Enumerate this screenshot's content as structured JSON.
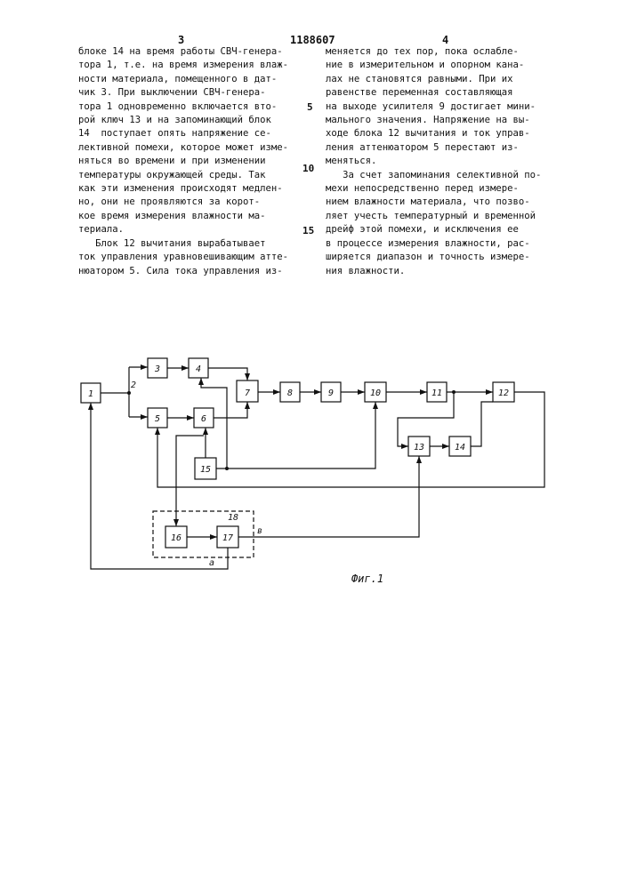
{
  "header": {
    "page_left": "3",
    "patent_number": "1188607",
    "page_right": "4"
  },
  "left_column": [
    "блоке 14 на время работы СВЧ-генера-",
    "тора 1, т.е. на время измерения влаж-",
    "ности материала, помещенного в дат-",
    "чик 3. При выключении СВЧ-генера-",
    "тора 1 одновременно включается вто-",
    "рой ключ 13 и на запоминающий блок",
    "14  поступает опять напряжение се-",
    "лективной помехи, которое может изме-",
    "няться во времени и при изменении",
    "температуры окружающей среды. Так",
    "как эти изменения происходят медлен-",
    "но, они не проявляются за корот-",
    "кое время измерения влажности ма-",
    "териала.",
    "   Блок 12 вычитания вырабатывает",
    "ток управления уравновешивающим атте-",
    "нюатором 5. Сила тока управления из-"
  ],
  "right_column": [
    "меняется до тех пор, пока ослабле-",
    "ние в измерительном и опорном кана-",
    "лах не становятся равными. При их",
    "равенстве переменная составляющая",
    "на выходе усилителя 9 достигает мини-",
    "мального значения. Напряжение на вы-",
    "ходе блока 12 вычитания и ток управ-",
    "ления аттенюатором 5 перестают из-",
    "меняться.",
    "   За счет запоминания селективной по-",
    "мехи непосредственно перед измере-",
    "нием влажности материала, что позво-",
    "ляет учесть температурный и временной",
    "дрейф этой помехи, и исключения ее",
    "в процессе измерения влажности, рас-",
    "ширяется диапазон и точность измере-",
    "ния влажности."
  ],
  "line_numbers": [
    "5",
    "10",
    "15"
  ],
  "diagram": {
    "blocks": [
      {
        "id": "b1",
        "label": "1"
      },
      {
        "id": "b3",
        "label": "3"
      },
      {
        "id": "b4",
        "label": "4"
      },
      {
        "id": "b5",
        "label": "5"
      },
      {
        "id": "b6",
        "label": "6"
      },
      {
        "id": "b7",
        "label": "7"
      },
      {
        "id": "b8",
        "label": "8"
      },
      {
        "id": "b9",
        "label": "9"
      },
      {
        "id": "b10",
        "label": "10"
      },
      {
        "id": "b11",
        "label": "11"
      },
      {
        "id": "b12",
        "label": "12"
      },
      {
        "id": "b13",
        "label": "13"
      },
      {
        "id": "b14",
        "label": "14"
      },
      {
        "id": "b15",
        "label": "15"
      },
      {
        "id": "b16",
        "label": "16"
      },
      {
        "id": "b17",
        "label": "17"
      }
    ],
    "group_label": "18",
    "node_label_2": "2",
    "output_label_b": "в",
    "output_label_a": "а",
    "caption": "Фиг.1"
  }
}
